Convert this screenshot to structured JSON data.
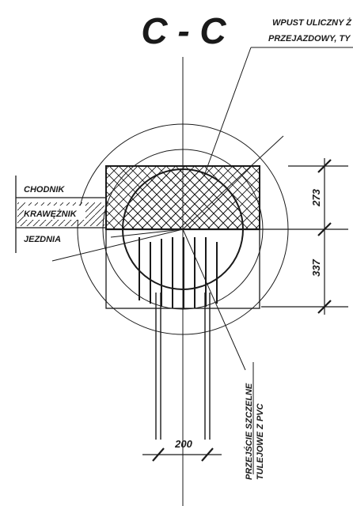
{
  "section_title": "C - C",
  "callouts": {
    "inlet": [
      "WPUST ULICZNY Ż",
      "PRZEJAZDOWY, TY"
    ],
    "passage": [
      "PRZEJŚCIE SZCZELNE",
      "TULEJOWE Z PVC"
    ]
  },
  "layers": {
    "sidewalk": "CHODNIK",
    "curb": "KRAWĘŻNIK",
    "roadway": "JEZDNIA"
  },
  "dimensions": {
    "upper": "273",
    "lower": "337",
    "pipe_width": "200"
  }
}
